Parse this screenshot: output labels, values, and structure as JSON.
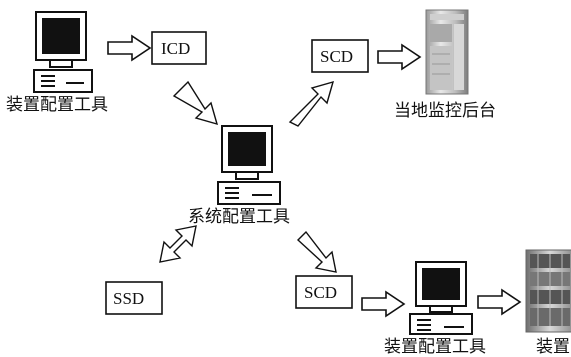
{
  "nodes": {
    "device_tool_top": {
      "label": "装置配置工具"
    },
    "icd": {
      "label": "ICD"
    },
    "scd_top": {
      "label": "SCD"
    },
    "local_backend": {
      "label": "当地监控后台"
    },
    "system_tool": {
      "label": "系统配置工具"
    },
    "ssd": {
      "label": "SSD"
    },
    "scd_bottom": {
      "label": "SCD"
    },
    "device_tool_bottom": {
      "label": "装置配置工具"
    },
    "device": {
      "label": "装置"
    }
  },
  "icons": {
    "computer": "computer-icon",
    "server_rack": "server-cabinet-icon",
    "device_rack": "device-rack-icon"
  },
  "colors": {
    "stroke": "#111111",
    "screen": "#111111",
    "background": "#ffffff"
  }
}
